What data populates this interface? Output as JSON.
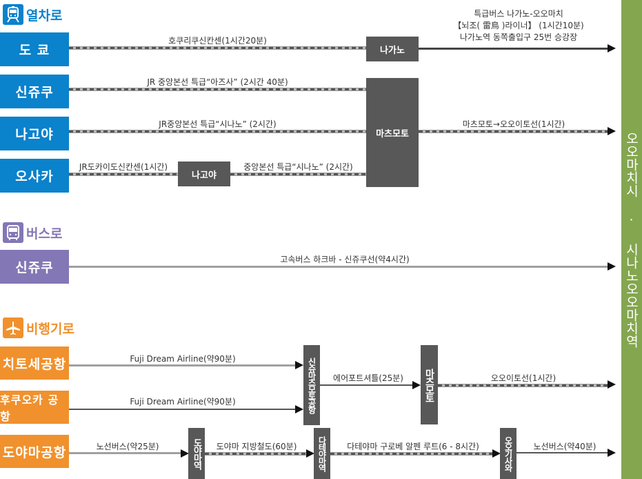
{
  "destination": {
    "label": "오오마치시 · 시나노오오마치역",
    "color": "#84a64f"
  },
  "colors": {
    "train": "#0a82cc",
    "bus": "#8477b5",
    "air": "#f0912d",
    "station": "#585858"
  },
  "sections": {
    "train": {
      "title": "열차로",
      "icon": "train-icon",
      "origins": [
        "도 쿄",
        "신쥬쿠",
        "나고야",
        "오사카"
      ],
      "routes": {
        "tokyo": "호쿠리쿠신칸센(1시간20분)",
        "shinjuku": "JR 중앙본선 특급“아즈사” (2시간 40분)",
        "nagoya": "JR중앙본선 특급“시나노” (2시간)",
        "osaka_1": "JR도카이도신칸센(1시간)",
        "osaka_2": "중앙본선 특급“시나노” (2시간)",
        "nagano_bus_1": "특급버스 나가노-오오마치",
        "nagano_bus_2": "【뇌조( 雷鳥 )라이너】 (1시간10분)",
        "nagano_bus_3": "나가노역 동쪽출입구 25번 승강장",
        "matsumoto": "마츠모토→오오이토선(1시간)"
      },
      "stations": {
        "nagano": "나가노",
        "matsumoto": "마츠모토",
        "nagoya": "나고야"
      }
    },
    "bus": {
      "title": "버스로",
      "icon": "bus-icon",
      "origins": [
        "신쥬쿠"
      ],
      "routes": {
        "shinjuku": "고속버스 하크바 - 신쥬쿠선(약4시간)"
      }
    },
    "air": {
      "title": "비행기로",
      "icon": "airplane-icon",
      "origins": [
        "치토세공항",
        "후쿠오카 공항",
        "도야마공항"
      ],
      "routes": {
        "chitose": "Fuji Dream Airline(약90분)",
        "fukuoka": "Fuji Dream Airline(약90분)",
        "shuttle": "에어포트셔틀(25분)",
        "oito": "오오이토선(1시간)",
        "toyama_bus": "노선버스(약25분)",
        "toyama_rail": "도야마 지방철도(60분)",
        "alpine": "다테야마 구로베 알펜 루트(6 - 8시간)",
        "ogizawa_bus": "노선버스(약40분)"
      },
      "stations": {
        "shinshu_airport": "신슈마츠모토공항",
        "matsumoto": "마츠모토",
        "toyama": "도야마역",
        "tateyama": "다테야마역",
        "ogizawa": "오오기사와"
      }
    }
  }
}
